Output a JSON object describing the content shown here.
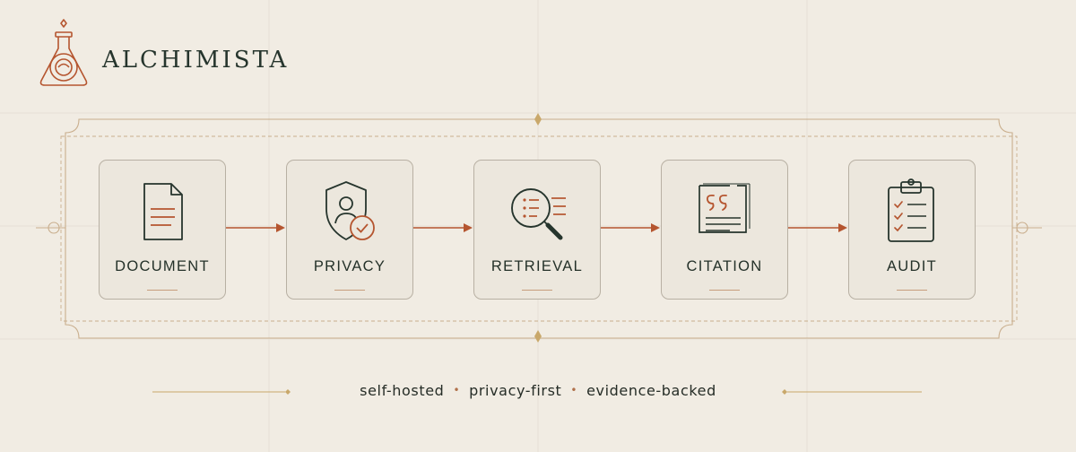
{
  "brand": {
    "name": "ALCHIMISTA"
  },
  "steps": [
    {
      "label": "DOCUMENT",
      "icon": "document-icon"
    },
    {
      "label": "PRIVACY",
      "icon": "shield-user-check-icon"
    },
    {
      "label": "RETRIEVAL",
      "icon": "magnifier-list-icon"
    },
    {
      "label": "CITATION",
      "icon": "quote-page-icon"
    },
    {
      "label": "AUDIT",
      "icon": "clipboard-checklist-icon"
    }
  ],
  "tagline": {
    "items": [
      "self-hosted",
      "privacy-first",
      "evidence-backed"
    ],
    "separator": "•"
  },
  "colors": {
    "background": "#f1ece3",
    "ink": "#26352d",
    "accent": "#b5552f",
    "gold": "#c9a86b",
    "card_border": "#b8b0a3"
  }
}
